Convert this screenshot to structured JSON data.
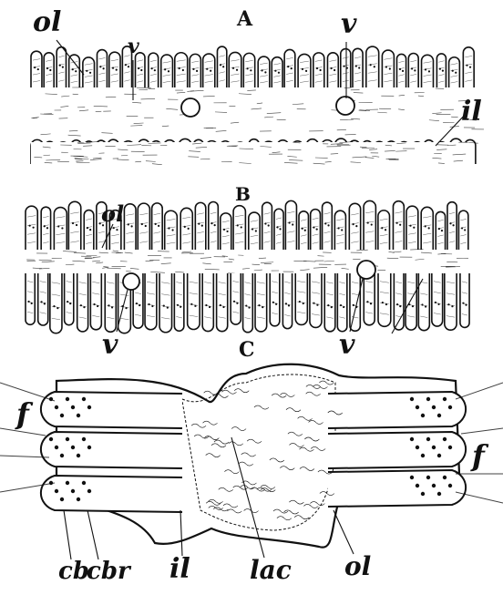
{
  "panels": {
    "a": "A",
    "b": "B",
    "c": "C"
  },
  "labels": {
    "a_ol": "ol",
    "a_v_left": "v",
    "a_v_right": "v",
    "a_il": "il",
    "b_ol": "ol",
    "b_v_left": "v",
    "b_v_right": "v",
    "c_f_left": "f",
    "c_f_right": "f",
    "c_cb": "cb",
    "c_cbr": "cbr",
    "c_il": "il",
    "c_lac": "lac",
    "c_ol": "ol"
  },
  "colors": {
    "ink": "#111111",
    "paper": "#ffffff"
  }
}
